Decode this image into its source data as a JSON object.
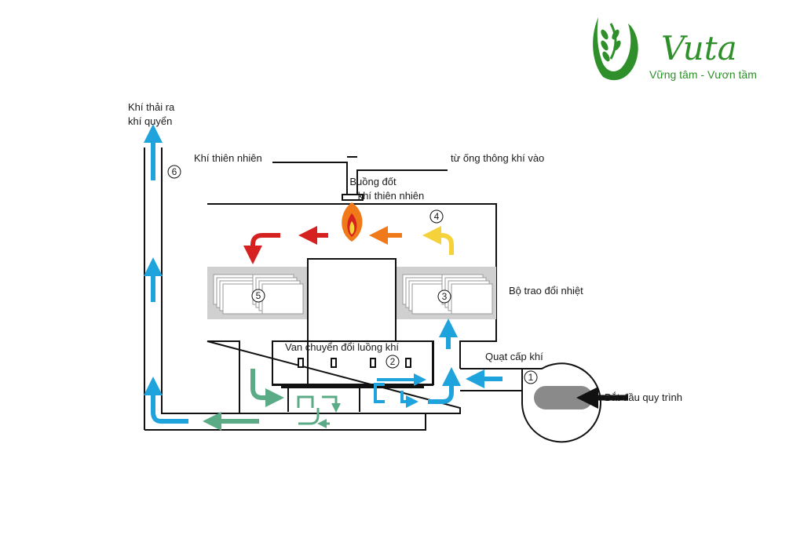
{
  "logo": {
    "brand": "Vuta",
    "tagline": "Vững tâm - Vươn tầm",
    "color": "#2f8f2a"
  },
  "labels": {
    "exhaust": [
      "Khí thải ra",
      "khí quyển"
    ],
    "natural_gas": "Khí thiên nhiên",
    "from_duct": "từ ống thông khí vào",
    "burner": [
      "Buồng đốt",
      "khí thiên nhiên"
    ],
    "heat_exchanger": "Bộ trao đổi nhiệt",
    "valve": "Van chuyển đổi luồng khí",
    "supply_fan": "Quạt cấp khí",
    "start": "Bắt đầu quy trình"
  },
  "steps": [
    "1",
    "2",
    "3",
    "4",
    "5",
    "6"
  ],
  "colors": {
    "outline": "#111111",
    "exchanger": "#d0d0d0",
    "blue": "#1fa3dc",
    "green": "#5aab86",
    "red": "#d62121",
    "orange": "#f07a1a",
    "yellow": "#f5d23a",
    "fan": "#8a8a8a"
  }
}
